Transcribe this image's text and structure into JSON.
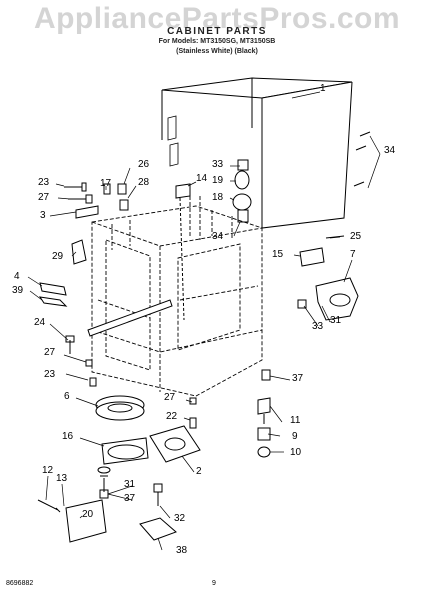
{
  "header": {
    "watermark": "AppliancePartsPros.com",
    "title": "CABINET PARTS",
    "models": "For Models: MT3150SG, MT3150SB",
    "colors": "(Stainless White)   (Black)"
  },
  "callouts": [
    {
      "id": "c1",
      "text": "1"
    },
    {
      "id": "c2",
      "text": "2"
    },
    {
      "id": "c3",
      "text": "3"
    },
    {
      "id": "c4",
      "text": "4"
    },
    {
      "id": "c6",
      "text": "6"
    },
    {
      "id": "c7",
      "text": "7"
    },
    {
      "id": "c9",
      "text": "9"
    },
    {
      "id": "c10",
      "text": "10"
    },
    {
      "id": "c11",
      "text": "11"
    },
    {
      "id": "c12",
      "text": "12"
    },
    {
      "id": "c13",
      "text": "13"
    },
    {
      "id": "c14",
      "text": "14"
    },
    {
      "id": "c15",
      "text": "15"
    },
    {
      "id": "c16",
      "text": "16"
    },
    {
      "id": "c17",
      "text": "17"
    },
    {
      "id": "c18",
      "text": "18"
    },
    {
      "id": "c19",
      "text": "19"
    },
    {
      "id": "c20",
      "text": "20"
    },
    {
      "id": "c22",
      "text": "22"
    },
    {
      "id": "c23a",
      "text": "23"
    },
    {
      "id": "c23b",
      "text": "23"
    },
    {
      "id": "c24",
      "text": "24"
    },
    {
      "id": "c25",
      "text": "25"
    },
    {
      "id": "c26",
      "text": "26"
    },
    {
      "id": "c27a",
      "text": "27"
    },
    {
      "id": "c27b",
      "text": "27"
    },
    {
      "id": "c27c",
      "text": "27"
    },
    {
      "id": "c28",
      "text": "28"
    },
    {
      "id": "c29",
      "text": "29"
    },
    {
      "id": "c31a",
      "text": "31"
    },
    {
      "id": "c31b",
      "text": "31"
    },
    {
      "id": "c32",
      "text": "32"
    },
    {
      "id": "c33a",
      "text": "33"
    },
    {
      "id": "c33b",
      "text": "33"
    },
    {
      "id": "c34a",
      "text": "34"
    },
    {
      "id": "c34b",
      "text": "34"
    },
    {
      "id": "c37a",
      "text": "37"
    },
    {
      "id": "c37b",
      "text": "37"
    },
    {
      "id": "c38",
      "text": "38"
    },
    {
      "id": "c39",
      "text": "39"
    }
  ],
  "footer": {
    "code": "8696882",
    "page": "9"
  }
}
